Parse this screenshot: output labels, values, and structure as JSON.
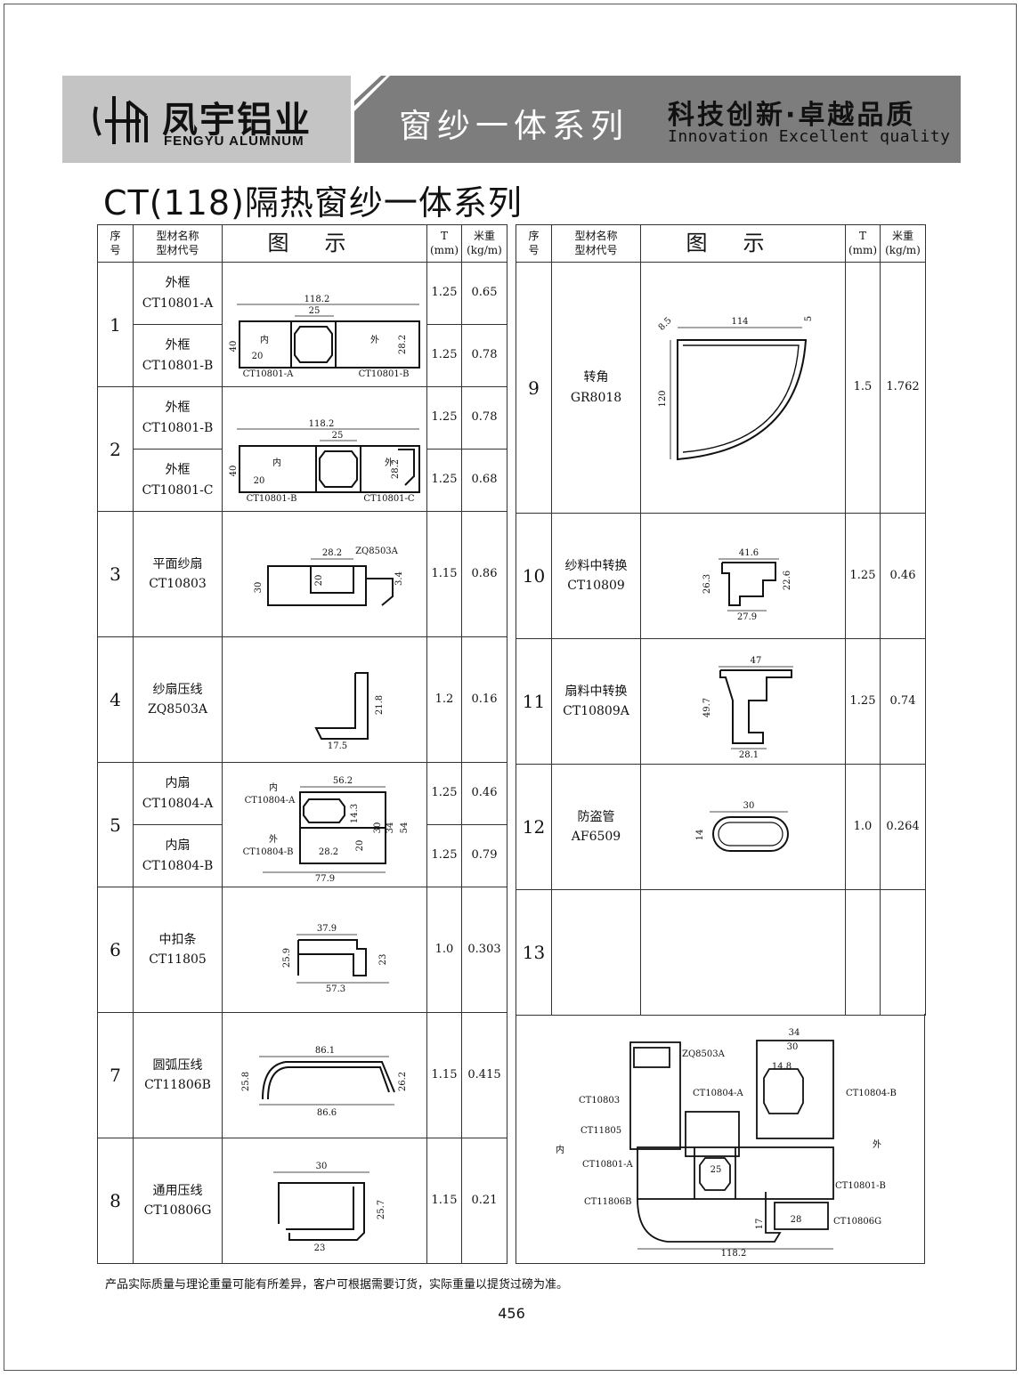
{
  "brand": {
    "name_cn": "凤宇铝业",
    "name_en": "FENGYU ALUMNUM"
  },
  "header": {
    "series": "窗纱一体系列",
    "slogan_cn": "科技创新·卓越品质",
    "slogan_en": "Innovation  Excellent  quality"
  },
  "title": "CT(118)隔热窗纱一体系列",
  "columns": {
    "no": "序\n号",
    "name": "型材名称\n型材代号",
    "figure": "图示",
    "t": "T\n(mm)",
    "weight": "米重\n(kg/m)"
  },
  "rows_left": [
    {
      "no": "1",
      "items": [
        {
          "name": "外框",
          "code": "CT10801-A",
          "t": "1.25",
          "w": "0.65"
        },
        {
          "name": "外框",
          "code": "CT10801-B",
          "t": "1.25",
          "w": "0.78"
        }
      ]
    },
    {
      "no": "2",
      "items": [
        {
          "name": "外框",
          "code": "CT10801-B",
          "t": "1.25",
          "w": "0.78"
        },
        {
          "name": "外框",
          "code": "CT10801-C",
          "t": "1.25",
          "w": "0.68"
        }
      ]
    },
    {
      "no": "3",
      "items": [
        {
          "name": "平面纱扇",
          "code": "CT10803",
          "t": "1.15",
          "w": "0.86"
        }
      ]
    },
    {
      "no": "4",
      "items": [
        {
          "name": "纱扇压线",
          "code": "ZQ8503A",
          "t": "1.2",
          "w": "0.16"
        }
      ]
    },
    {
      "no": "5",
      "items": [
        {
          "name": "内扇",
          "code": "CT10804-A",
          "t": "1.25",
          "w": "0.46"
        },
        {
          "name": "内扇",
          "code": "CT10804-B",
          "t": "1.25",
          "w": "0.79"
        }
      ]
    },
    {
      "no": "6",
      "items": [
        {
          "name": "中扣条",
          "code": "CT11805",
          "t": "1.0",
          "w": "0.303"
        }
      ]
    },
    {
      "no": "7",
      "items": [
        {
          "name": "圆弧压线",
          "code": "CT11806B",
          "t": "1.15",
          "w": "0.415"
        }
      ]
    },
    {
      "no": "8",
      "items": [
        {
          "name": "通用压线",
          "code": "CT10806G",
          "t": "1.15",
          "w": "0.21"
        }
      ]
    }
  ],
  "rows_right": [
    {
      "no": "9",
      "name": "转角",
      "code": "GR8018",
      "t": "1.5",
      "w": "1.762"
    },
    {
      "no": "10",
      "name": "纱料中转换",
      "code": "CT10809",
      "t": "1.25",
      "w": "0.46"
    },
    {
      "no": "11",
      "name": "扇料中转换",
      "code": "CT10809A",
      "t": "1.25",
      "w": "0.74"
    },
    {
      "no": "12",
      "name": "防盗管",
      "code": "AF6509",
      "t": "1.0",
      "w": "0.264"
    },
    {
      "no": "13",
      "name": "",
      "code": "",
      "t": "",
      "w": ""
    }
  ],
  "dims": {
    "f1": {
      "overall": "118.2",
      "d25": "25",
      "d40": "40",
      "d20": "20",
      "d282": "28.2",
      "in": "内",
      "out": "外",
      "lblA": "CT10801-A",
      "lblB": "CT10801-B"
    },
    "f2": {
      "overall": "118.2",
      "d25": "25",
      "d40": "40",
      "d20": "20",
      "d282": "28.2",
      "in": "内",
      "out": "外",
      "lblB": "CT10801-B",
      "lblC": "CT10801-C"
    },
    "f3": {
      "a": "28.2",
      "b": "ZQ8503A",
      "c": "30",
      "d": "20",
      "e": "3.4"
    },
    "f4": {
      "a": "21.8",
      "b": "17.5"
    },
    "f5": {
      "a": "56.2",
      "b": "内",
      "c": "CT10804-A",
      "d": "外",
      "e": "CT10804-B",
      "f": "28.2",
      "g": "14.3",
      "h": "20",
      "i": "30",
      "j": "34",
      "k": "54",
      "l": "77.9"
    },
    "f6": {
      "a": "37.9",
      "b": "25.9",
      "c": "23",
      "d": "57.3"
    },
    "f7": {
      "a": "86.1",
      "b": "25.8",
      "c": "26.2",
      "d": "86.6"
    },
    "f8": {
      "a": "30",
      "b": "25.7",
      "c": "23"
    },
    "f9": {
      "a": "114",
      "b": "5",
      "c": "8.5",
      "d": "120"
    },
    "f10": {
      "a": "41.6",
      "b": "26.3",
      "c": "22.6",
      "d": "27.9"
    },
    "f11": {
      "a": "47",
      "b": "49.7",
      "c": "28.1"
    },
    "f12": {
      "a": "30",
      "b": "14"
    },
    "asm": {
      "zq": "ZQ8503A",
      "d34": "34",
      "d30": "30",
      "d148": "14.8",
      "c803": "CT10803",
      "c804a": "CT10804-A",
      "c804b": "CT10804-B",
      "c805": "CT11805",
      "in": "内",
      "out": "外",
      "c801a": "CT10801-A",
      "d25": "25",
      "c801b": "CT10801-B",
      "c806b": "CT11806B",
      "d17": "17",
      "d28": "28",
      "c806g": "CT10806G",
      "d1182": "118.2"
    }
  },
  "footnote": "产品实际质量与理论重量可能有所差异，客户可根据需要订货，实际重量以提货过磅为准。",
  "page_number": "456"
}
